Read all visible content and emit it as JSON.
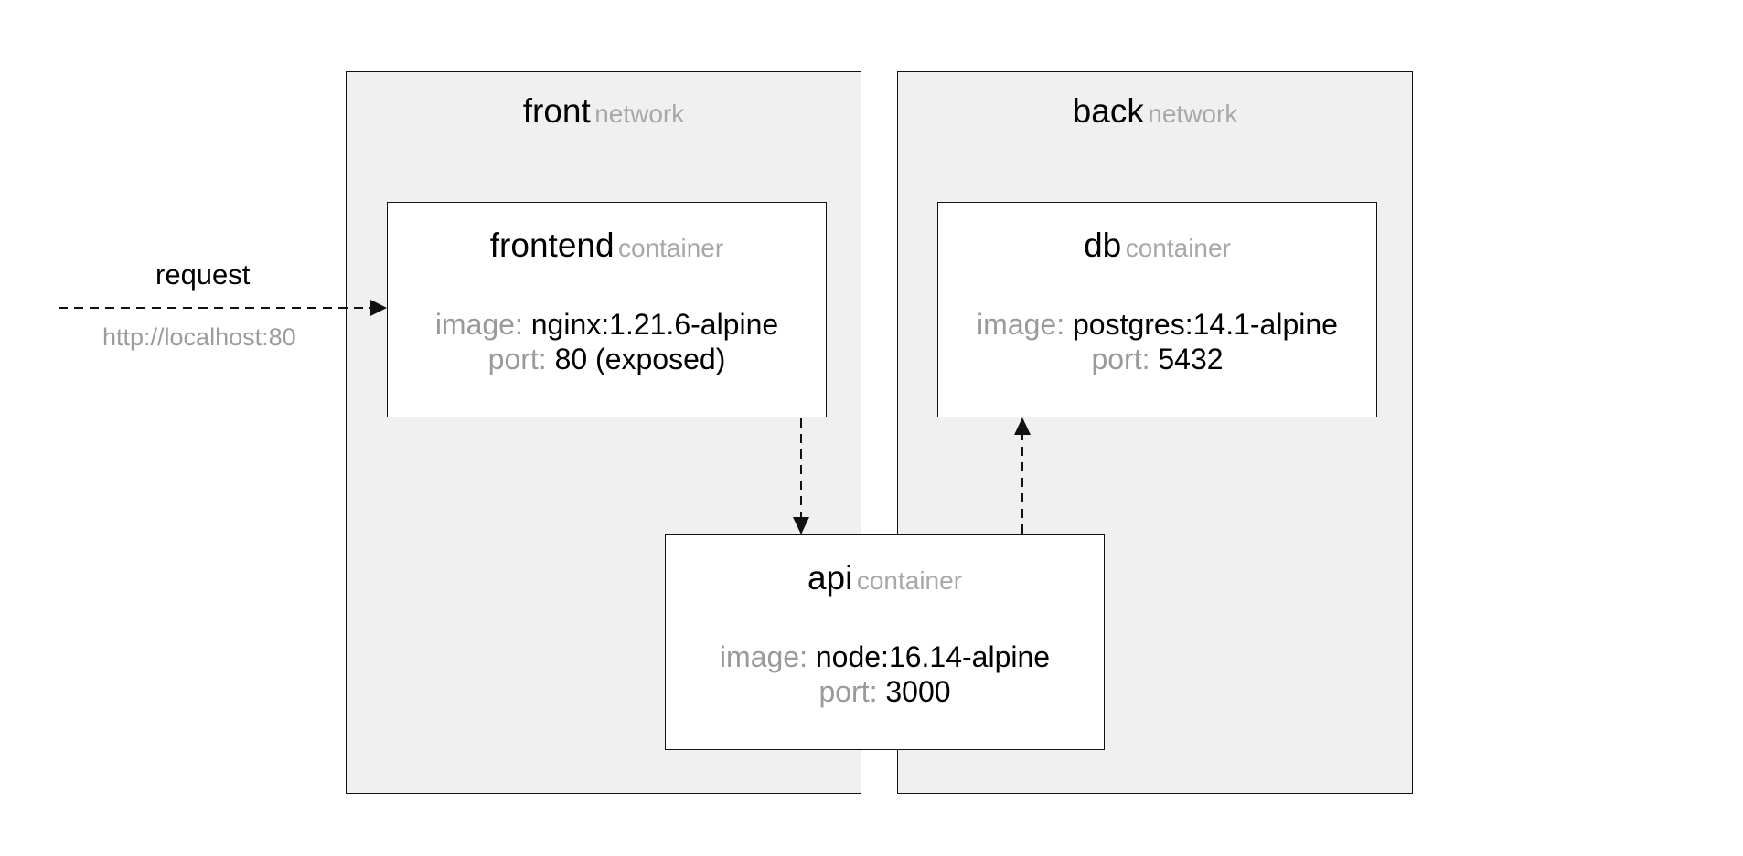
{
  "networks": {
    "front": {
      "name": "front",
      "kind": "network"
    },
    "back": {
      "name": "back",
      "kind": "network"
    }
  },
  "containers": {
    "frontend": {
      "name": "frontend",
      "kind": "container",
      "image_label": "image:",
      "image": "nginx:1.21.6-alpine",
      "port_label": "port:",
      "port": "80 (exposed)"
    },
    "db": {
      "name": "db",
      "kind": "container",
      "image_label": "image:",
      "image": "postgres:14.1-alpine",
      "port_label": "port:",
      "port": "5432"
    },
    "api": {
      "name": "api",
      "kind": "container",
      "image_label": "image:",
      "image": "node:16.14-alpine",
      "port_label": "port:",
      "port": "3000"
    }
  },
  "request": {
    "label": "request",
    "url": "http://localhost:80"
  }
}
